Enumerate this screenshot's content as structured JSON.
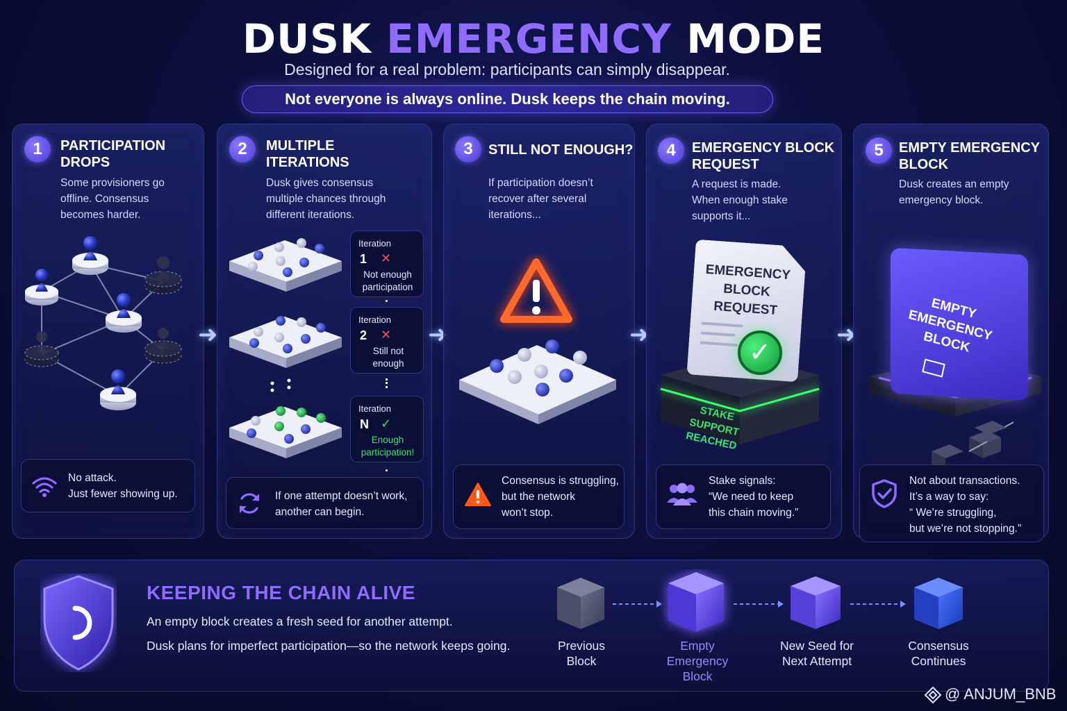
{
  "header": {
    "title_part1": "DUSK",
    "title_accent": "EMERGENCY",
    "title_part2": "MODE",
    "subtitle": "Designed for a real problem: participants can simply disappear.",
    "pill": "Not everyone is always online. Dusk keeps the chain moving."
  },
  "steps": [
    {
      "number": "1",
      "title_lines": [
        "PARTICIPATION",
        "DROPS"
      ],
      "desc_lines": [
        "Some provisioners go",
        "offline. Consensus",
        "becomes harder."
      ],
      "note_lines": [
        "No attack.",
        "Just fewer showing up."
      ],
      "note_icon": "wifi-icon"
    },
    {
      "number": "2",
      "title_lines": [
        "MULTIPLE",
        "ITERATIONS"
      ],
      "desc_lines": [
        "Dusk gives consensus",
        "multiple chances through",
        "different iterations."
      ],
      "iterations": [
        {
          "label": "Iteration",
          "num": "1",
          "mark": "✕",
          "status_lines": [
            "Not enough",
            "participation"
          ],
          "mark_color": "#ff4b4b",
          "status_color": "#e6e8ff"
        },
        {
          "label": "Iteration",
          "num": "2",
          "mark": "✕",
          "status_lines": [
            "Still not",
            "enough"
          ],
          "mark_color": "#ff4b4b",
          "status_color": "#e6e8ff"
        },
        {
          "label": "Iteration",
          "num": "N",
          "mark": "✓",
          "status_lines": [
            "Enough",
            "participation!"
          ],
          "mark_color": "#3be36b",
          "status_color": "#3be36b"
        }
      ],
      "note_lines": [
        "If one attempt doesn’t work,",
        "another can begin."
      ],
      "note_icon": "refresh-icon"
    },
    {
      "number": "3",
      "title_lines": [
        "STILL NOT ENOUGH?"
      ],
      "desc_lines": [
        "If participation doesn’t",
        "recover after several",
        "iterations..."
      ],
      "note_lines": [
        "Consensus is struggling,",
        "but the network",
        "won’t stop."
      ],
      "note_icon": "warning-icon"
    },
    {
      "number": "4",
      "title_lines": [
        "EMERGENCY BLOCK",
        "REQUEST"
      ],
      "desc_lines": [
        "A request is made.",
        "When enough stake",
        "supports it..."
      ],
      "doc_lines": [
        "EMERGENCY",
        "BLOCK",
        "REQUEST"
      ],
      "base_lines": [
        "STAKE SUPPORT",
        "REACHED"
      ],
      "note_lines": [
        "Stake signals:",
        "“We need to keep",
        "this chain moving.”"
      ],
      "note_icon": "users-icon"
    },
    {
      "number": "5",
      "title_lines": [
        "EMPTY EMERGENCY",
        "BLOCK"
      ],
      "desc_lines": [
        "Dusk creates an empty",
        "emergency block."
      ],
      "cube_lines": [
        "EMPTY",
        "EMERGENCY",
        "BLOCK"
      ],
      "note_lines": [
        "Not about transactions.",
        "It’s a way to say:",
        "“ We’re struggling,",
        "but we’re not stopping.”"
      ],
      "note_icon": "shield-check-icon"
    }
  ],
  "bottom": {
    "title": "KEEPING THE CHAIN ALIVE",
    "line1": "An empty block creates a fresh seed for another attempt.",
    "line2": "Dusk plans for imperfect participation—so the network keeps going.",
    "flow": [
      {
        "lines": [
          "Previous",
          "Block"
        ],
        "color": "#e6e8ff"
      },
      {
        "lines": [
          "Empty",
          "Emergency",
          "Block"
        ],
        "color": "#9d86ff"
      },
      {
        "lines": [
          "New Seed for",
          "Next Attempt"
        ],
        "color": "#e6e8ff"
      },
      {
        "lines": [
          "Consensus",
          "Continues"
        ],
        "color": "#e6e8ff"
      }
    ]
  },
  "watermark": "@ ANJUM_BNB",
  "colors": {
    "accent": "#8f6bff",
    "background": "#0b0f3a",
    "success": "#3be36b",
    "danger": "#ff4b4b",
    "warning": "#ff6a2a"
  }
}
